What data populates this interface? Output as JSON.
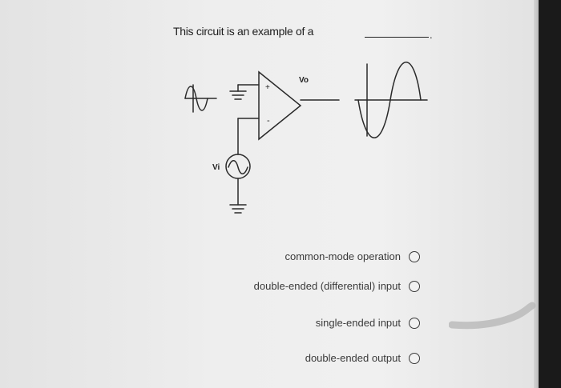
{
  "question": {
    "text": "This circuit is an example of a",
    "blank_suffix": "."
  },
  "circuit": {
    "output_label": "Vo",
    "input_label": "Vi",
    "plus_sign": "+",
    "minus_sign": "-"
  },
  "options": [
    {
      "label": "common-mode operation",
      "selected": false
    },
    {
      "label": "double-ended (differential) input",
      "selected": false
    },
    {
      "label": "single-ended input",
      "selected": false
    },
    {
      "label": "double-ended output",
      "selected": false
    }
  ],
  "colors": {
    "page": "#ececec",
    "ink": "#222222",
    "option_text": "#3a3a3a",
    "background": "#1a1a1a"
  }
}
